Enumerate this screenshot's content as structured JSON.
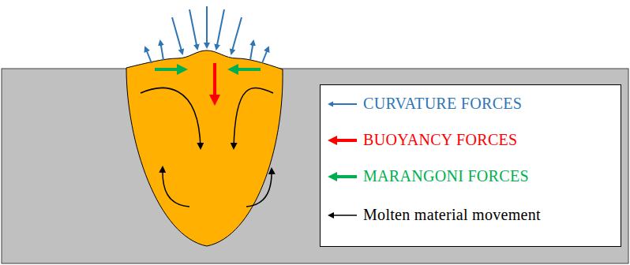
{
  "diagram": {
    "legend": [
      {
        "text": "CURVATURE FORCES"
      },
      {
        "text": "BUOYANCY FORCES"
      },
      {
        "text": "MARANGONI FORCES"
      },
      {
        "text": "Molten material movement"
      }
    ]
  }
}
